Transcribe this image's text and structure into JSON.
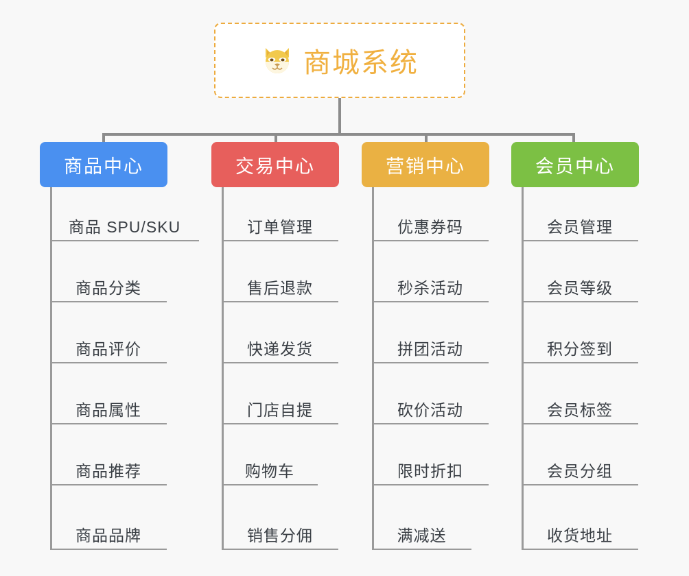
{
  "background_color": "#f8f8f8",
  "root": {
    "title": "商城系统",
    "icon": "shiba-dog-face-icon",
    "text_color": "#f0b040",
    "border_color": "#edab3e",
    "fill_color": "#ffffff"
  },
  "connector_color": "#8c8c8c",
  "leaf_line_color": "#9a9a9a",
  "leaf_text_color": "#3a3f45",
  "columns": [
    {
      "title": "商品中心",
      "color": "#4a90f0",
      "items": [
        {
          "label": "商品 SPU/SKU"
        },
        {
          "label": "商品分类"
        },
        {
          "label": "商品评价"
        },
        {
          "label": "商品属性"
        },
        {
          "label": "商品推荐"
        },
        {
          "label": "商品品牌"
        }
      ]
    },
    {
      "title": "交易中心",
      "color": "#e75f5c",
      "items": [
        {
          "label": "订单管理"
        },
        {
          "label": "售后退款"
        },
        {
          "label": "快递发货"
        },
        {
          "label": "门店自提"
        },
        {
          "label": "购物车"
        },
        {
          "label": "销售分佣"
        }
      ]
    },
    {
      "title": "营销中心",
      "color": "#eab143",
      "items": [
        {
          "label": "优惠券码"
        },
        {
          "label": "秒杀活动"
        },
        {
          "label": "拼团活动"
        },
        {
          "label": "砍价活动"
        },
        {
          "label": "限时折扣"
        },
        {
          "label": "满减送"
        }
      ]
    },
    {
      "title": "会员中心",
      "color": "#78c councils"
    }
  ]
}
